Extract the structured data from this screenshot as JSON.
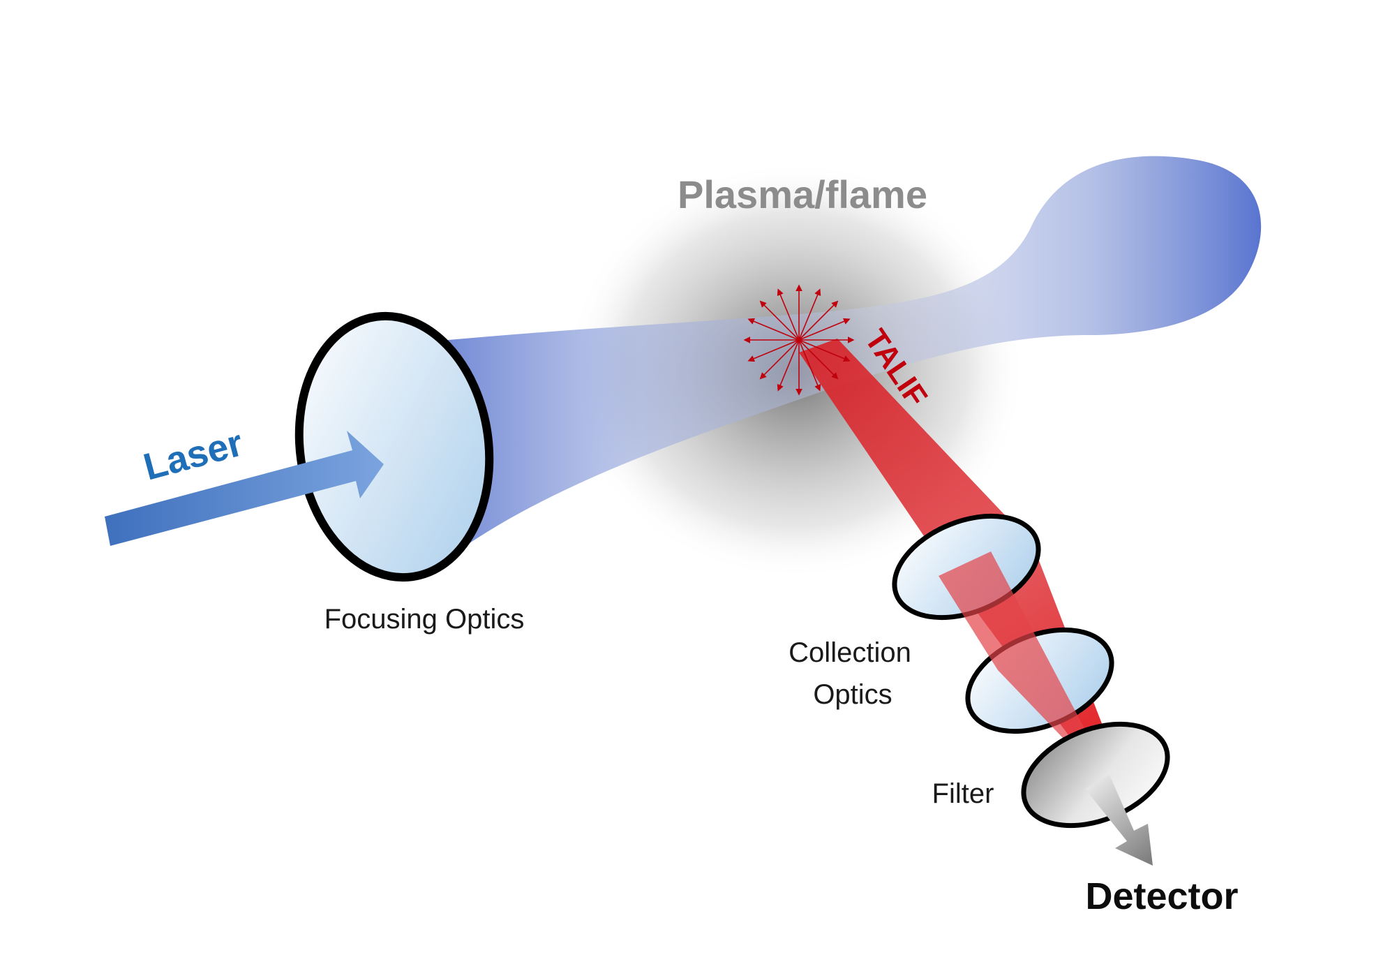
{
  "labels": {
    "plasma": "Plasma/flame",
    "laser": "Laser",
    "talif": "TALIF",
    "focusing_optics": "Focusing Optics",
    "collection_optics_line1": "Collection",
    "collection_optics_line2": "Optics",
    "filter": "Filter",
    "detector": "Detector"
  },
  "colors": {
    "plasma_text": "#8c8c8c",
    "laser_text": "#1f6eb8",
    "talif_text": "#c0000c",
    "label_text": "#1a1a1a",
    "beam_blue": "#4f6ccd",
    "fluorescence_red": "#e0141e",
    "lens_outline": "#000000",
    "lens_fill": "#b8d6f0"
  },
  "icons": {
    "laser_arrow": "right-arrow-icon",
    "detector_arrow": "down-right-arrow-icon",
    "emission": "starburst-icon"
  }
}
